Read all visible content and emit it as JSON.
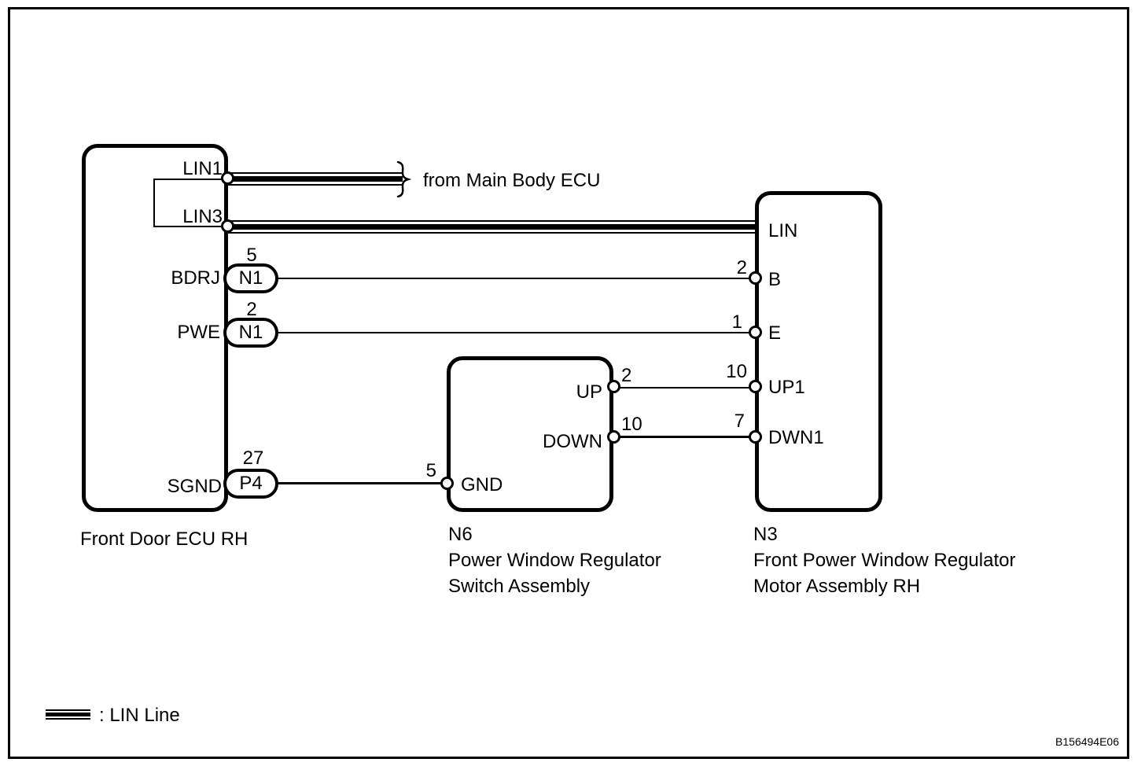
{
  "colors": {
    "ink": "#000000",
    "paper": "#ffffff"
  },
  "annotations": {
    "from_main_body_ecu": "from Main Body ECU"
  },
  "legend": {
    "label": ": LIN Line"
  },
  "footer": {
    "code": "B156494E06"
  },
  "front_door_ecu": {
    "name": "Front Door ECU RH",
    "pins": {
      "lin1": {
        "label": "LIN1"
      },
      "lin3": {
        "label": "LIN3"
      },
      "bdrj": {
        "label": "BDRJ",
        "connector": "N1",
        "pin_no": "5"
      },
      "pwe": {
        "label": "PWE",
        "connector": "N1",
        "pin_no": "2"
      },
      "sgnd": {
        "label": "SGND",
        "connector": "P4",
        "pin_no": "27"
      }
    }
  },
  "switch_assembly": {
    "code": "N6",
    "name_line1": "Power Window Regulator",
    "name_line2": "Switch Assembly",
    "pins": {
      "up": {
        "label": "UP",
        "pin_no": "2"
      },
      "down": {
        "label": "DOWN",
        "pin_no": "10"
      },
      "gnd": {
        "label": "GND",
        "pin_no": "5"
      }
    }
  },
  "motor_assembly": {
    "code": "N3",
    "name_line1": "Front Power Window Regulator",
    "name_line2": "Motor Assembly RH",
    "pins": {
      "lin": {
        "label": "LIN"
      },
      "b": {
        "label": "B",
        "pin_no": "2"
      },
      "e": {
        "label": "E",
        "pin_no": "1"
      },
      "up1": {
        "label": "UP1",
        "pin_no": "10"
      },
      "dwn1": {
        "label": "DWN1",
        "pin_no": "7"
      }
    }
  }
}
